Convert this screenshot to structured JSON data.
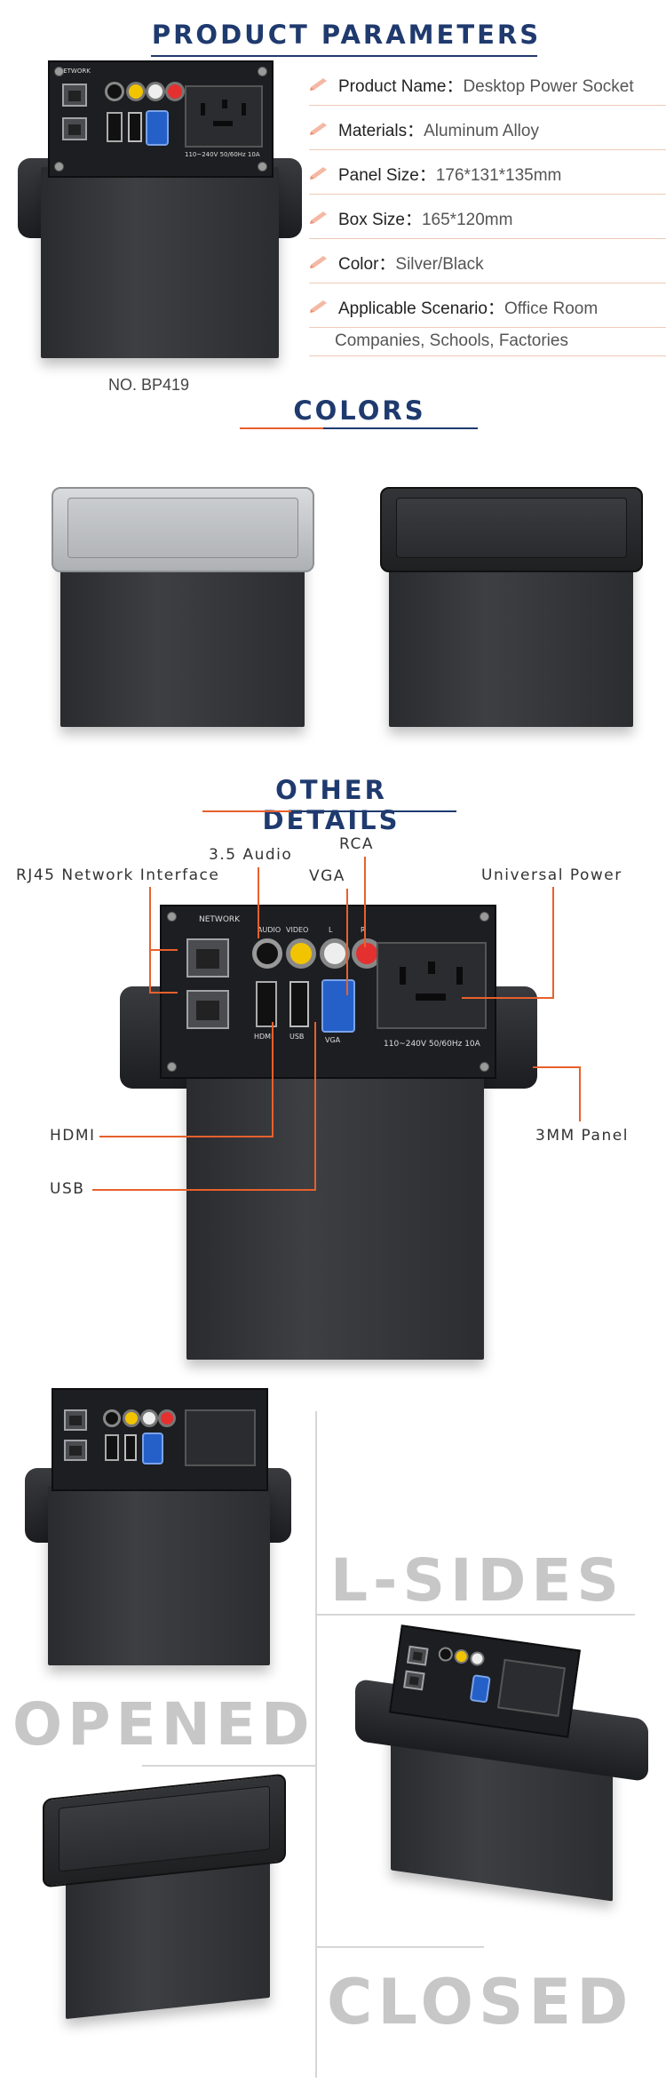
{
  "sections": {
    "product_parameters": "PRODUCT PARAMETERS",
    "colors": "COLORS",
    "other_details": "OTHER DETAILS"
  },
  "params": [
    {
      "label": "Product Name：",
      "value": "Desktop Power Socket"
    },
    {
      "label": "Materials：",
      "value": "Aluminum Alloy"
    },
    {
      "label": "Panel Size：",
      "value": "176*131*135mm"
    },
    {
      "label": "Box Size：",
      "value": "165*120mm"
    },
    {
      "label": "Color：",
      "value": "Silver/Black"
    },
    {
      "label": "Applicable Scenario：",
      "value": "Office Room"
    }
  ],
  "param_continuation": "Companies, Schools, Factories",
  "model_no": "NO. BP419",
  "panel_labels": {
    "network": "NETWORK",
    "audio": "AUDIO",
    "video": "VIDEO",
    "l": "L",
    "r": "R",
    "hdmi": "HDMI",
    "usb": "USB",
    "vga": "VGA",
    "rating": "110~240V  50/60Hz  10A"
  },
  "callouts": {
    "audio": "3.5 Audio",
    "rca": "RCA",
    "rj45": "RJ45 Network Interface",
    "vga": "VGA",
    "power": "Universal Power",
    "hdmi": "HDMI",
    "usb": "USB",
    "panel": "3MM Panel"
  },
  "side_words": {
    "l_sides": "L-SIDES",
    "opened": "OPENED",
    "closed": "CLOSED"
  },
  "colors": {
    "heading": "#1f3a6e",
    "accent": "#e8602c",
    "big_word": "#c7c7c7"
  }
}
